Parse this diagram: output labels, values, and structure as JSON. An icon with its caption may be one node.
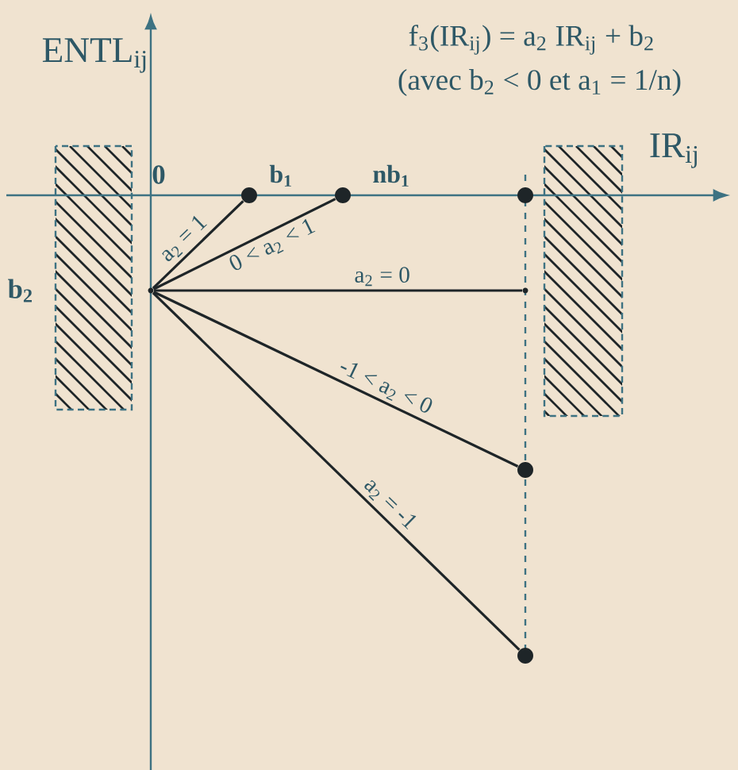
{
  "diagram": {
    "nodes": [
      {
        "text": [],
        "shape": "point"
      },
      {
        "text": [],
        "shape": "dot",
        "beside": [
          "b$_{1}$"
        ]
      },
      {
        "text": [],
        "shape": "dot",
        "beside": [
          "nb$_{1}$"
        ]
      },
      {
        "text": [],
        "shape": "dot"
      },
      {
        "text": [],
        "shape": "point"
      },
      {
        "text": [],
        "shape": "dot"
      },
      {
        "text": [],
        "shape": "dot"
      }
    ],
    "edges": [
      {
        "from": 0,
        "to": 1,
        "arrow": "none",
        "label": "a$_{2}$ = 1"
      },
      {
        "from": 0,
        "to": 2,
        "arrow": "none",
        "label": "0 < a$_{2}$ < 1"
      },
      {
        "from": 0,
        "to": 4,
        "arrow": "none",
        "label": "a$_{2}$ = 0"
      },
      {
        "from": 0,
        "to": 5,
        "arrow": "none",
        "label": "-1 < a$_{2}$ < 0"
      },
      {
        "from": 0,
        "to": 6,
        "arrow": "none",
        "label": "a$_{2}$ = -1"
      }
    ],
    "labels": [
      "f$_{3}$(IR$_{ij}$) = a$_{2}$ IR$_{ij}$ + b$_{2}$",
      "ENTL$_{ij}$",
      "(avec b$_{2}$ < 0 et a$_{1}$ = 1/n)",
      "IR$_{ij}$",
      "0",
      "b$_{2}$"
    ]
  }
}
